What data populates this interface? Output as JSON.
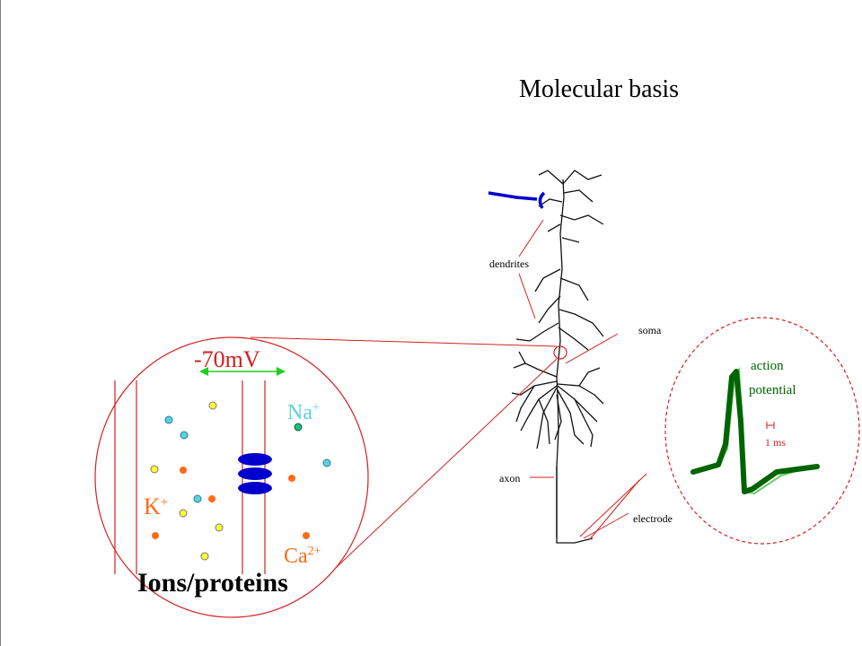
{
  "title": "Molecular basis",
  "neuron_labels": {
    "dendrites": "dendrites",
    "soma": "soma",
    "axon": "axon",
    "electrode": "electrode"
  },
  "action_potential": {
    "label_line1": "action",
    "label_line2": "potential",
    "scale_label": "1 ms"
  },
  "membrane": {
    "voltage": "-70mV",
    "na_base": "Na",
    "na_sup": "+",
    "k_base": "K",
    "k_sup": "+",
    "ca_base": "Ca",
    "ca_sup": "2+",
    "caption": "Ions/proteins"
  },
  "colors": {
    "zoom_line": "#d42020",
    "trace": "#006400",
    "channel": "#0000cc",
    "na_ion": "#5ad0e0",
    "k_ion": "#ff6a1a",
    "yellow_ion": "#ffff33",
    "voltage_arrow": "#22cc22"
  }
}
